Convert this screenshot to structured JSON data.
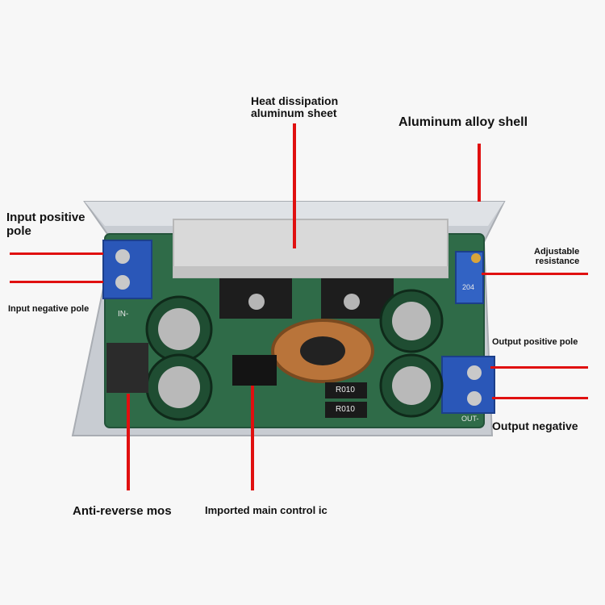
{
  "labels": {
    "heat_sink_line1": "Heat dissipation",
    "heat_sink_line2": "aluminum sheet",
    "shell": "Aluminum alloy shell",
    "input_positive_line1": "Input positive",
    "input_positive_line2": "pole",
    "input_negative": "Input negative pole",
    "adjustable_line1": "Adjustable",
    "adjustable_line2": "resistance",
    "output_positive": "Output positive pole",
    "output_negative": "Output negative",
    "anti_reverse": "Anti-reverse mos",
    "main_ic": "Imported main control ic"
  },
  "board_marks": {
    "resistor_1": "R010",
    "resistor_2": "R010",
    "in_minus": "IN-",
    "out_minus": "OUT-",
    "pot_code": "204"
  },
  "colors": {
    "lead_line": "#e01010",
    "pcb": "#2f6b48",
    "terminal": "#2a57b8",
    "heat_sink": "#d9d9d9",
    "shell": "#c8ccd2"
  }
}
